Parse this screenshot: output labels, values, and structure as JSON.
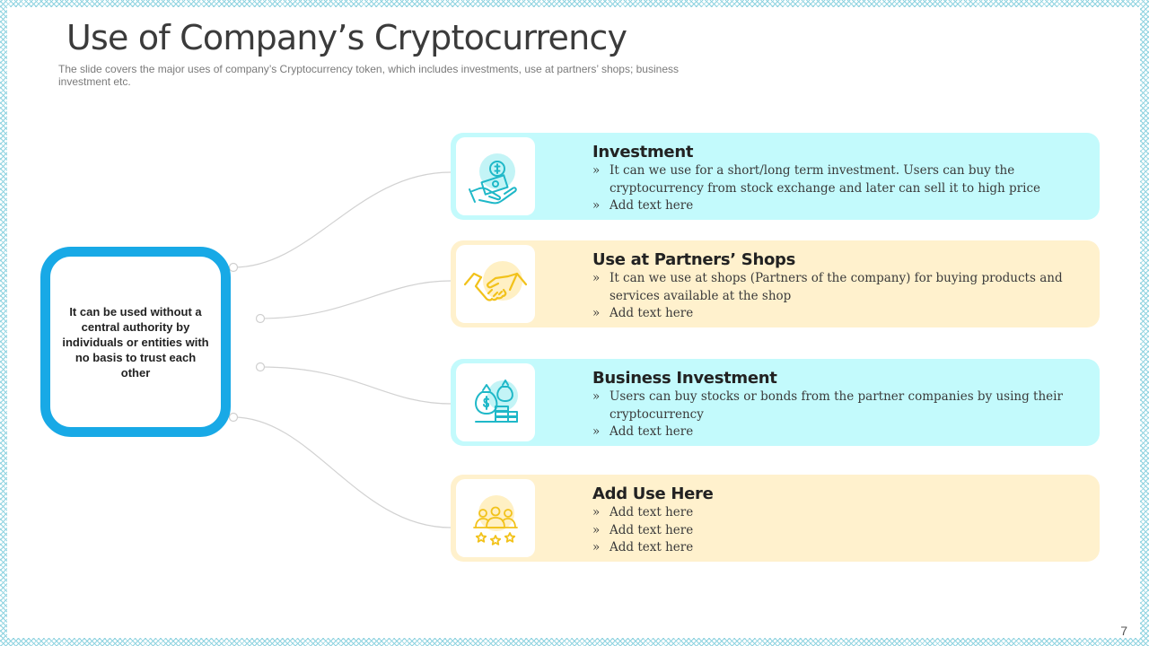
{
  "slide": {
    "title": "Use of Company’s Cryptocurrency",
    "subtitle": "The slide covers the major uses of company’s Cryptocurrency token, which includes investments, use at partners’ shops; business investment etc.",
    "page_number": "7"
  },
  "center": {
    "text": "It can be used without a central authority by individuals or entities with no basis to trust each other",
    "border_color": "#18a9e6"
  },
  "colors": {
    "cyan_card": "#c3fafc",
    "sand_card": "#fff1cd",
    "cyan_icon": "#1fb8c8",
    "gold_icon": "#f2c21b"
  },
  "cards": [
    {
      "heading": "Investment",
      "icon": "hand-money-icon",
      "bullets": [
        "It can we use for a short/long term investment. Users can buy the cryptocurrency from stock exchange and later can sell it to high price",
        "Add text here"
      ]
    },
    {
      "heading": "Use at Partners’ Shops",
      "icon": "handshake-icon",
      "bullets": [
        "It can we use at shops (Partners of the company) for buying products and services available at the shop",
        "Add text here"
      ]
    },
    {
      "heading": "Business Investment",
      "icon": "money-bags-coins-icon",
      "bullets": [
        "Users can buy stocks or bonds from the partner companies by using their cryptocurrency",
        "Add text here"
      ]
    },
    {
      "heading": "Add Use Here",
      "icon": "team-rating-icon",
      "bullets": [
        "Add text here",
        "Add text here",
        "Add text here"
      ]
    }
  ]
}
